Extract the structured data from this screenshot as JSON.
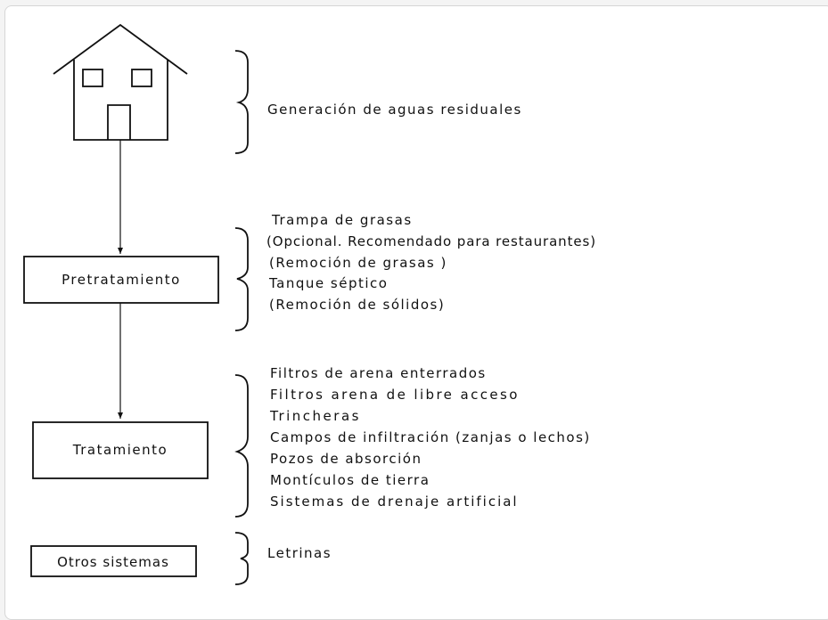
{
  "colors": {
    "ink": "#111111",
    "background": "#ffffff",
    "frame": "#d6d6d6"
  },
  "diagram": {
    "house_label": "Generación de aguas residuales",
    "stages": [
      {
        "box_label": "Pretratamiento",
        "items": [
          "Trampa de grasas",
          "(Opcional. Recomendado para restaurantes)",
          "(Remoción de grasas )",
          "Tanque séptico",
          "(Remoción de sólidos)"
        ]
      },
      {
        "box_label": "Tratamiento",
        "items": [
          "Filtros de arena enterrados",
          "Filtros arena de libre acceso",
          "Trincheras",
          "Campos de infiltración (zanjas o lechos)",
          "Pozos de absorción",
          "Montículos de tierra",
          "Sistemas de drenaje artificial"
        ]
      },
      {
        "box_label": "Otros sistemas",
        "items": [
          "Letrinas"
        ]
      }
    ]
  }
}
